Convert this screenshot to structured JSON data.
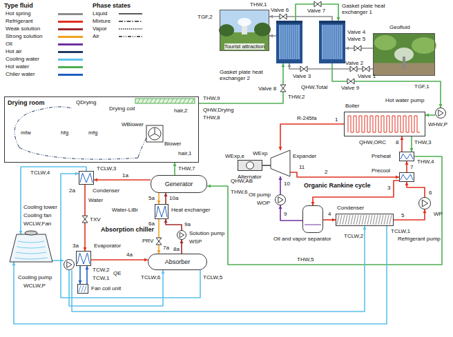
{
  "diagram": {
    "nodes": [
      {
        "text": [
          "Drying room"
        ]
      },
      {
        "text": [
          "Tourist attraction"
        ]
      },
      {
        "text": [
          "Gasket plate heat exchanger 2"
        ]
      },
      {
        "text": [
          "Gasket plate heat exchanger 1"
        ]
      },
      {
        "text": [
          "Geofluid"
        ]
      },
      {
        "text": [
          "Boiler"
        ]
      },
      {
        "text": [
          "Generator"
        ]
      },
      {
        "text": [
          "Condenser"
        ]
      },
      {
        "text": [
          "Heat exchanger"
        ]
      },
      {
        "text": [
          "Evaporator"
        ]
      },
      {
        "text": [
          "Absorber"
        ]
      },
      {
        "text": [
          "Cooling tower"
        ]
      },
      {
        "text": [
          "Expander"
        ]
      },
      {
        "text": [
          "Alternator"
        ]
      },
      {
        "text": [
          "Oil pump"
        ]
      },
      {
        "text": [
          "Oil and vapor separator"
        ]
      },
      {
        "text": [
          "Condenser"
        ]
      },
      {
        "text": [
          "Refrigerant pump"
        ]
      },
      {
        "text": [
          "Preheat"
        ]
      },
      {
        "text": [
          "Precool"
        ]
      },
      {
        "text": [
          "Fan coil unit"
        ]
      },
      {
        "text": [
          "Hot water pump"
        ]
      },
      {
        "text": [
          "Solution pump"
        ]
      },
      {
        "text": [
          "Cooling pump"
        ]
      }
    ],
    "edges": [
      {
        "from": 4,
        "to": 3,
        "arrow": "to"
      },
      {
        "from": 4,
        "to": 2,
        "arrow": "to"
      },
      {
        "from": 3,
        "to": 1,
        "arrow": "to"
      },
      {
        "from": 2,
        "to": 1,
        "arrow": "to"
      },
      {
        "from": 3,
        "to": 21,
        "arrow": "to"
      },
      {
        "from": 21,
        "to": 5,
        "arrow": "to"
      },
      {
        "from": 5,
        "to": 18,
        "arrow": "to"
      },
      {
        "from": 18,
        "to": 6,
        "arrow": "to"
      },
      {
        "from": 6,
        "to": 0,
        "arrow": "to"
      },
      {
        "from": 0,
        "to": 2,
        "arrow": "to"
      },
      {
        "from": 2,
        "to": 3,
        "arrow": "to"
      },
      {
        "from": 16,
        "to": 17,
        "label": "5",
        "arrow": "to"
      },
      {
        "from": 17,
        "to": 19,
        "label": "6",
        "arrow": "to"
      },
      {
        "from": 19,
        "to": 18,
        "label": "7",
        "arrow": "to"
      },
      {
        "from": 18,
        "to": 5,
        "label": "8",
        "arrow": "to"
      },
      {
        "from": 5,
        "to": 12,
        "label": "1",
        "arrow": "to"
      },
      {
        "from": 12,
        "to": 19,
        "label": "11",
        "arrow": "to"
      },
      {
        "from": 19,
        "to": 15,
        "label": "3",
        "arrow": "to"
      },
      {
        "from": 15,
        "to": 16,
        "label": "4",
        "arrow": "to"
      },
      {
        "from": 15,
        "to": 14,
        "label": "9",
        "arrow": "to"
      },
      {
        "from": 14,
        "to": 12,
        "label": "10",
        "arrow": "to"
      },
      {
        "from": 12,
        "to": 13,
        "arrow": "none"
      },
      {
        "from": 23,
        "to": 10,
        "arrow": "to"
      },
      {
        "from": 23,
        "to": 16,
        "arrow": "to"
      },
      {
        "from": 16,
        "to": 11,
        "arrow": "to"
      },
      {
        "from": 10,
        "to": 7,
        "arrow": "to"
      },
      {
        "from": 7,
        "to": 11,
        "arrow": "to"
      },
      {
        "from": 11,
        "to": 23,
        "arrow": "to"
      },
      {
        "from": 9,
        "to": 20,
        "arrow": "to"
      },
      {
        "from": 20,
        "to": 9,
        "arrow": "to"
      },
      {
        "from": 6,
        "to": 7,
        "label": "1a",
        "arrow": "to"
      },
      {
        "from": 7,
        "to": 9,
        "label": "3a",
        "arrow": "to"
      },
      {
        "from": 9,
        "to": 10,
        "label": "4a",
        "arrow": "to"
      },
      {
        "from": 6,
        "to": 8,
        "label": "5a",
        "arrow": "to"
      },
      {
        "from": 8,
        "to": 10,
        "label": "6a",
        "arrow": "to"
      },
      {
        "from": 10,
        "to": 22,
        "label": "8a",
        "arrow": "to"
      },
      {
        "from": 22,
        "to": 8,
        "label": "9a",
        "arrow": "to"
      },
      {
        "from": 8,
        "to": 6,
        "label": "10a",
        "arrow": "to"
      }
    ],
    "labels": [
      "Type fluid",
      "Phase states",
      "THW,1",
      "TGF,2",
      "Valve 7",
      "Valve 6",
      "Valve 4",
      "Valve 5",
      "Valve 3",
      "Valve 2",
      "Valve 1",
      "TGF,1",
      "QHW,Total",
      "Valve 8",
      "THW,2",
      "Valve 9",
      "WHW,P",
      "THW,9",
      "QHW,Drying",
      "THW,8",
      "QDrying",
      "Drying coil",
      "hair,2",
      "mfw",
      "hfg",
      "mfg",
      "WBlower",
      "Blower",
      "hair,1",
      "QHW,ORC",
      "THW,3",
      "THW,4",
      "R-245fa",
      "WExp",
      "WExp,e",
      "Organic Rankine cycle",
      "WOP",
      "TCLW,1",
      "TCLW,2",
      "WP",
      "THW,5",
      "TCLW,4",
      "TCLW,3",
      "THW,7",
      "Water",
      "Water-LiBr",
      "TXV",
      "Absorption chiller",
      "QHW,AB",
      "THW,6",
      "PRV",
      "WSP",
      "TCW,2",
      "TCW,1",
      "QE",
      "TCLW,6",
      "TCLW,5",
      "WCLW,Fan",
      "WCLW,P",
      "Cooling fan",
      "2",
      "2a",
      "7a"
    ],
    "legend": [
      {
        "text": "Hot spring",
        "color": "#8c8c8c"
      },
      {
        "text": "Refrigerant",
        "color": "#e0301e"
      },
      {
        "text": "Weak solution",
        "color": "#a0282a"
      },
      {
        "text": "Strong solution",
        "color": "#f0a020"
      },
      {
        "text": "Oil",
        "color": "#7030a0"
      },
      {
        "text": "Hot air",
        "color": "#1f3864"
      },
      {
        "text": "Cooling water",
        "color": "#5bc0eb"
      },
      {
        "text": "Hot water",
        "color": "#4caf50"
      },
      {
        "text": "Chiler water",
        "color": "#1f5fbf"
      },
      {
        "text": "Liquid"
      },
      {
        "text": "Mixture"
      },
      {
        "text": "Vapor"
      },
      {
        "text": "Air"
      }
    ]
  }
}
